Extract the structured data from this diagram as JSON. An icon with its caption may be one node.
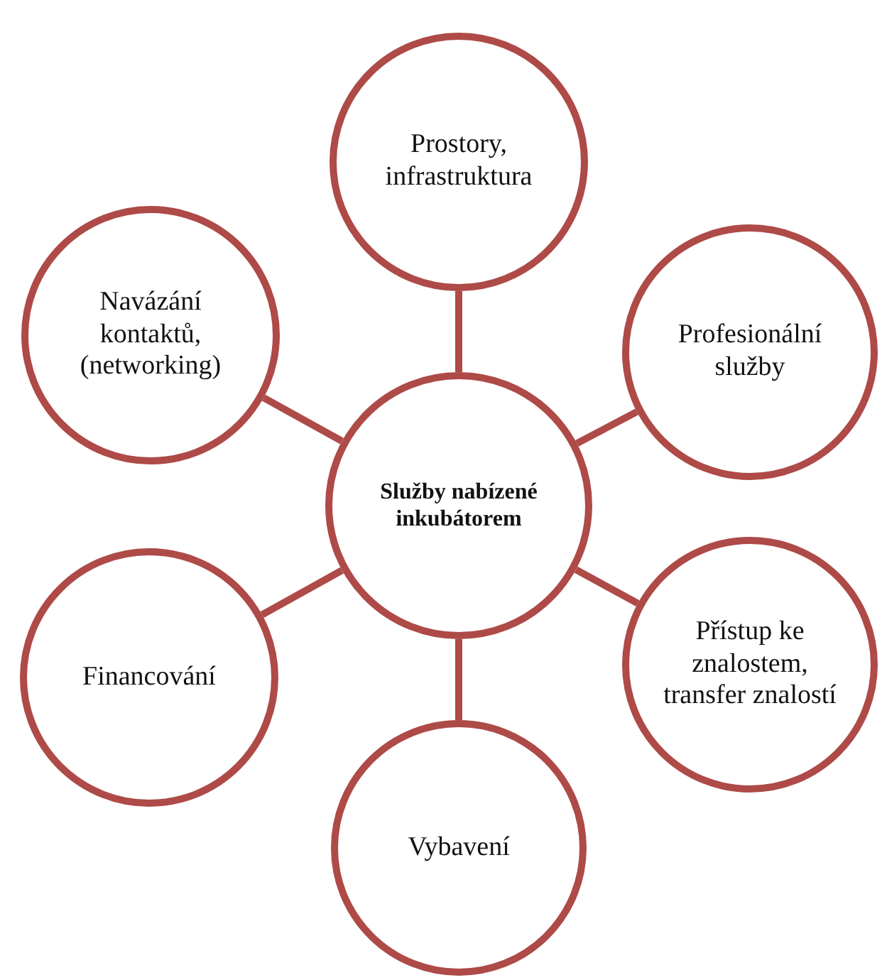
{
  "diagram": {
    "nodes": [
      {
        "text": [
          "Služby nabízené inkubátorem"
        ]
      },
      {
        "text": [
          "Prostory, infrastruktura"
        ]
      },
      {
        "text": [
          "Profesionální služby"
        ]
      },
      {
        "text": [
          "Přístup ke znalostem, transfer znalostí"
        ]
      },
      {
        "text": [
          "Vybavení"
        ]
      },
      {
        "text": [
          "Financování"
        ]
      },
      {
        "text": [
          "Navázání kontaktů, (networking)"
        ]
      }
    ],
    "edges": [
      {
        "from": 0,
        "to": 1,
        "arrow": "none"
      },
      {
        "from": 0,
        "to": 2,
        "arrow": "none"
      },
      {
        "from": 0,
        "to": 3,
        "arrow": "none"
      },
      {
        "from": 0,
        "to": 4,
        "arrow": "none"
      },
      {
        "from": 0,
        "to": 5,
        "arrow": "none"
      },
      {
        "from": 0,
        "to": 6,
        "arrow": "none"
      }
    ]
  }
}
